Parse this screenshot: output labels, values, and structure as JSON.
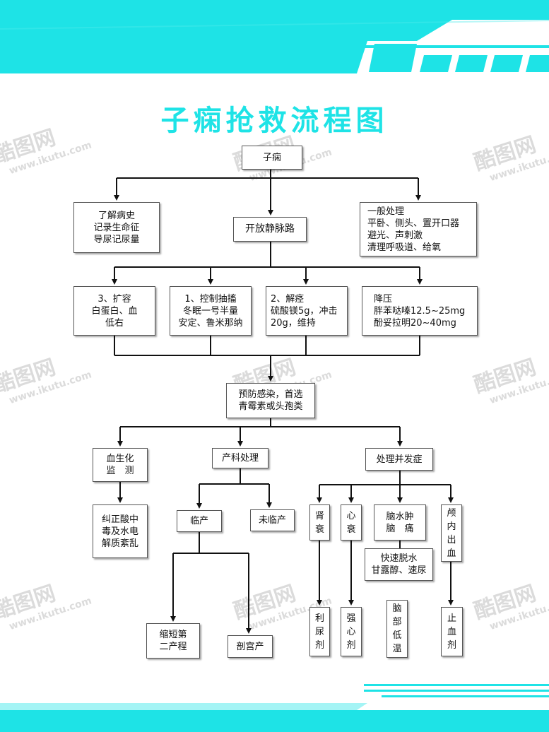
{
  "title": "子痫抢救流程图",
  "accent_color": "#1ee3e6",
  "watermark": {
    "brand": "酷图网",
    "url": "www.ikutu.com"
  },
  "nodes": {
    "eclampsia": "子痫",
    "history": "了解病史\n记录生命征\n导尿记尿量",
    "iv": "开放静脉路",
    "general": "一般处理\n平卧、侧头、置开口器\n避光、声刺激\n清理呼吸道、给氧",
    "albumin": "3、扩容\n白蛋白、血\n低右",
    "anticonvulsant": "1、控制抽搐\n冬眠一号半量\n安定、鲁米那纳",
    "antispasm": "2、解痉\n硫酸镁5g，冲击\n20g，维持",
    "bp": "降压\n胖苯哒嗪12.5~25mg\n酚妥拉明20~40mg",
    "infection": "预防感染，首选\n青霉素或头孢类",
    "biochem": "血生化\n监　测",
    "obstetric": "产科处理",
    "complication": "处理并发症",
    "acidosis": "纠正酸中\n毒及水电\n解质紊乱",
    "labor": "临产",
    "notlabor": "未临产",
    "shorten": "缩短第\n二产程",
    "csection": "剖宫产",
    "renal": "肾\n衰",
    "heart": "心\n衰",
    "brainedema": "脑水肿\n脑　痛",
    "dehydrate": "快速脱水\n甘露醇、速尿",
    "ich": "颅\n内\n出\n血",
    "diuretic": "利\n尿\n剂",
    "cardiotonic": "强\n心\n剂",
    "hypothermia": "脑\n部\n低\n温",
    "hemostatic": "止\n血\n剂"
  }
}
